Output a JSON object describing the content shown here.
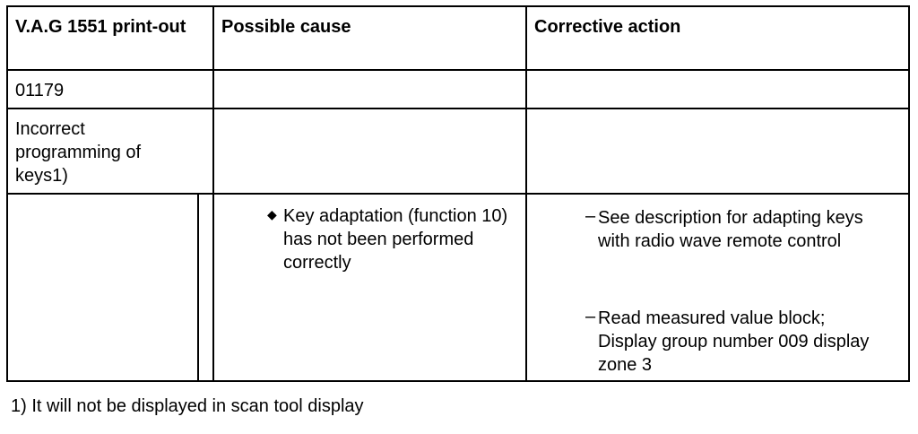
{
  "table": {
    "headers": {
      "printout": "V.A.G 1551 print-out",
      "cause": "Possible cause",
      "action": "Corrective action"
    },
    "fault_code": "01179",
    "fault_text": "Incorrect programming of keys1)",
    "cause_bullet": "Key adaptation (function 10) has not been performed correctly",
    "actions": [
      "See description for adapting keys with radio wave remote control",
      "Read measured value block; Display group number 009 display zone 3"
    ]
  },
  "footnote": "1) It will not be displayed in scan tool display"
}
